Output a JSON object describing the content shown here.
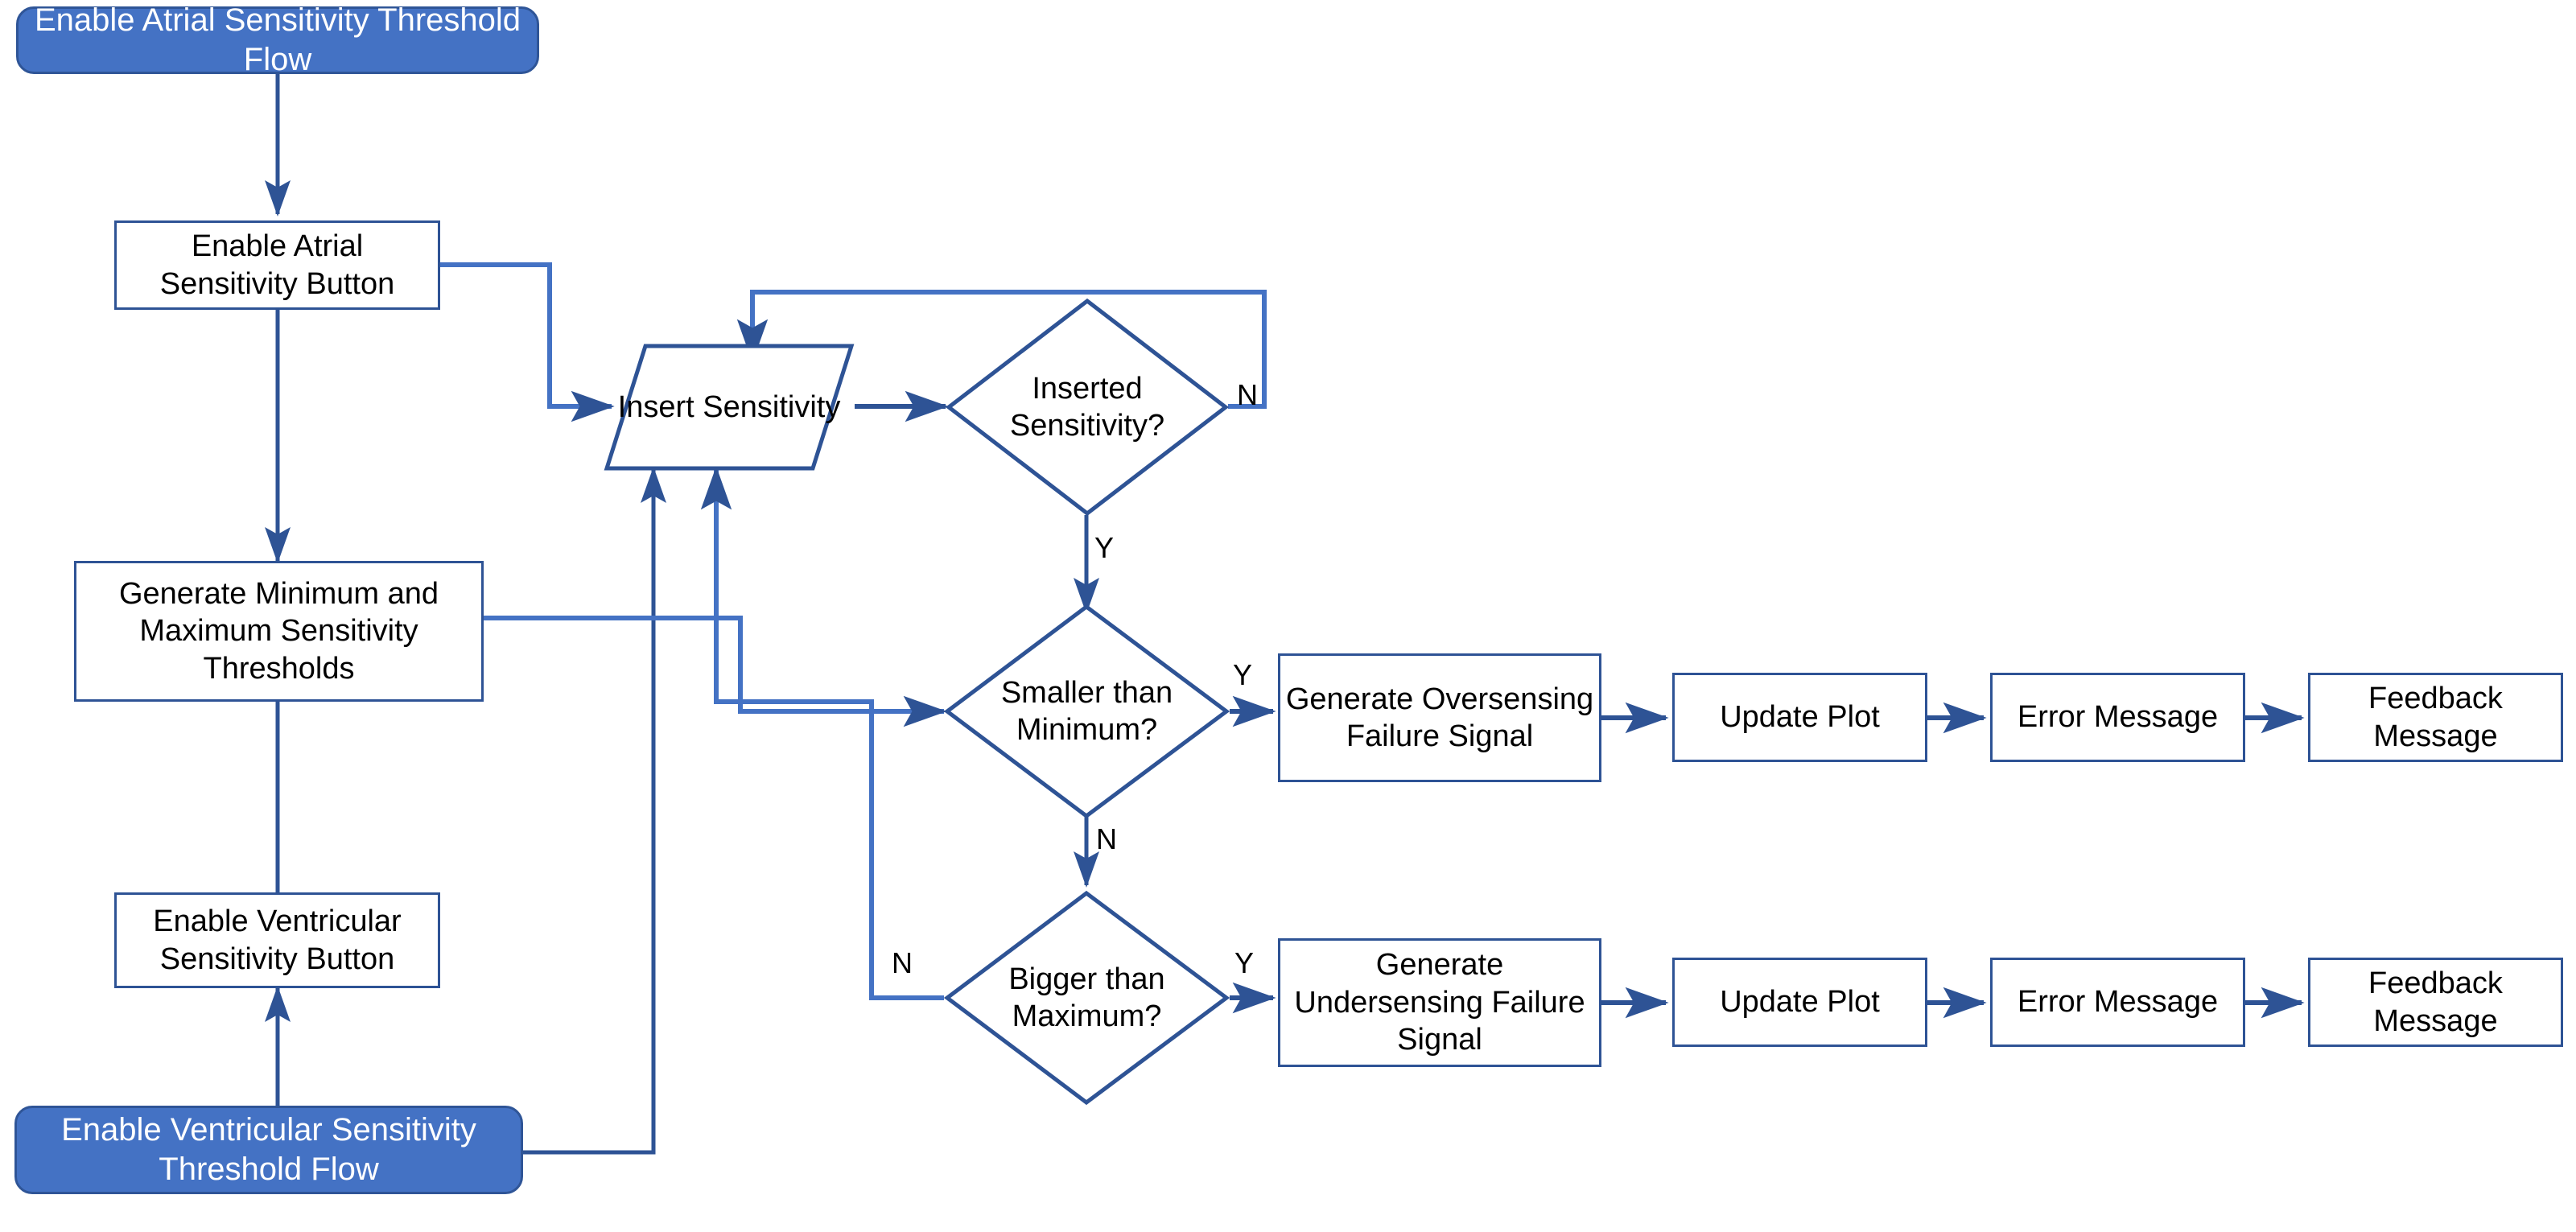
{
  "diagram": {
    "title": "Sensitivity Threshold Flow",
    "colors": {
      "terminator_fill": "#4472C4",
      "terminator_border": "#2F5597",
      "terminator_text": "#FFFFFF",
      "process_fill": "#FFFFFF",
      "process_border": "#2E5395",
      "connector": "#4472C4",
      "connector_dark": "#2E5395",
      "text": "#000000",
      "background": "#FFFFFF"
    },
    "nodes": {
      "atrial_flow": {
        "label": "Enable Atrial Sensitivity Threshold Flow",
        "shape": "terminator"
      },
      "atrial_button": {
        "label": "Enable Atrial Sensitivity Button",
        "shape": "process"
      },
      "generate_thresholds": {
        "label": "Generate Minimum and Maximum Sensitivity Thresholds",
        "shape": "process"
      },
      "ventricular_button": {
        "label": "Enable Ventricular Sensitivity Button",
        "shape": "process"
      },
      "ventricular_flow": {
        "label": "Enable Ventricular Sensitivity Threshold Flow",
        "shape": "terminator"
      },
      "insert_sensitivity": {
        "label": "Insert Sensitivity",
        "shape": "parallelogram"
      },
      "inserted_sensitivity": {
        "label": "Inserted Sensitivity?",
        "shape": "decision"
      },
      "smaller_than_minimum": {
        "label": "Smaller than Minimum?",
        "shape": "decision"
      },
      "bigger_than_maximum": {
        "label": "Bigger than Maximum?",
        "shape": "decision"
      },
      "gen_oversensing": {
        "label": "Generate Oversensing Failure Signal",
        "shape": "process"
      },
      "update_plot_top": {
        "label": "Update Plot",
        "shape": "process"
      },
      "error_message_top": {
        "label": "Error Message",
        "shape": "process"
      },
      "feedback_message_top": {
        "label": "Feedback Message",
        "shape": "process"
      },
      "gen_undersensing": {
        "label": "Generate Undersensing Failure Signal",
        "shape": "process"
      },
      "update_plot_bottom": {
        "label": "Update Plot",
        "shape": "process"
      },
      "error_message_bottom": {
        "label": "Error Message",
        "shape": "process"
      },
      "feedback_message_bottom": {
        "label": "Feedback Message",
        "shape": "process"
      }
    },
    "edge_labels": {
      "inserted_no": "N",
      "inserted_yes": "Y",
      "smaller_yes": "Y",
      "smaller_no": "N",
      "bigger_yes": "Y",
      "bigger_no": "N"
    }
  }
}
